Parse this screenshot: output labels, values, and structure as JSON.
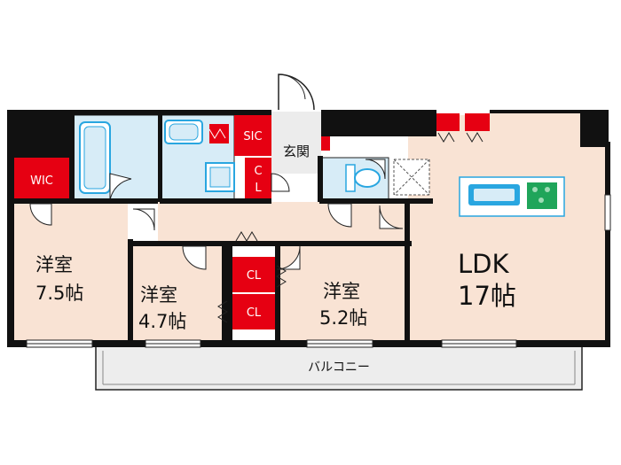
{
  "plan": {
    "rooms": [
      {
        "key": "western_a",
        "name": "洋室",
        "size": "7.5帖"
      },
      {
        "key": "western_b",
        "name": "洋室",
        "size": "4.7帖"
      },
      {
        "key": "western_c",
        "name": "洋室",
        "size": "5.2帖"
      },
      {
        "key": "ldk",
        "name": "LDK",
        "size": "17帖"
      }
    ],
    "storage": {
      "wic": "WIC",
      "sic": "SIC",
      "cl_upper_c": "C",
      "cl_upper_l": "L",
      "cl_mid": "CL",
      "cl_low": "CL"
    },
    "entrance": "玄関",
    "balcony": "バルコニー"
  },
  "colors": {
    "room_fill": "#f9e3d4",
    "wet_fill": "#d7ecf7",
    "wall": "#111111",
    "storage": "#e60012",
    "fixture_blue": "#29a6e0",
    "fixture_green": "#1fa55a",
    "balcony_fill": "#ededed",
    "hall_fill": "#ececec"
  }
}
